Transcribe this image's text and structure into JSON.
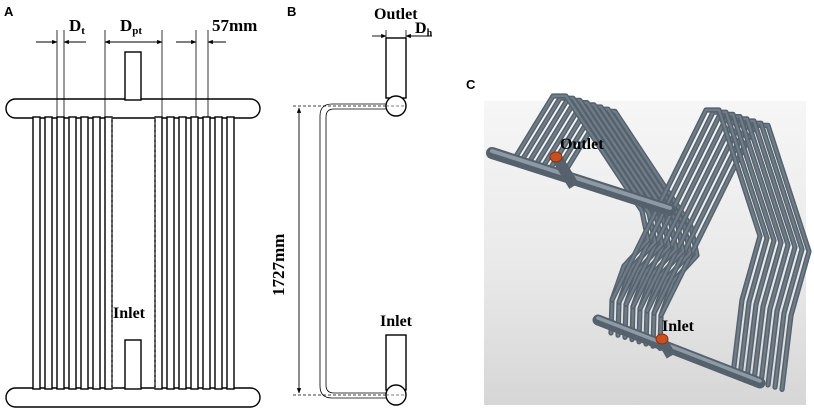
{
  "panels": {
    "a": {
      "letter": "A",
      "dim_tube": "D",
      "dim_tube_sub": "t",
      "dim_pitch": "D",
      "dim_pitch_sub": "pt",
      "dim_spacing": "57mm",
      "inlet_label": "Inlet"
    },
    "b": {
      "letter": "B",
      "outlet_label": "Outlet",
      "dim_header": "D",
      "dim_header_sub": "h",
      "height_label": "1727mm",
      "inlet_label": "Inlet"
    },
    "c": {
      "letter": "C",
      "outlet_label": "Outlet",
      "inlet_label": "Inlet"
    }
  },
  "colors": {
    "pipe_3d": "#6f7d89",
    "pipe_3d_dark": "#55626d",
    "nozzle_orange": "#c8501e",
    "bg_3d_top": "#f4f4f4",
    "bg_3d_bottom": "#d8d8d8"
  }
}
